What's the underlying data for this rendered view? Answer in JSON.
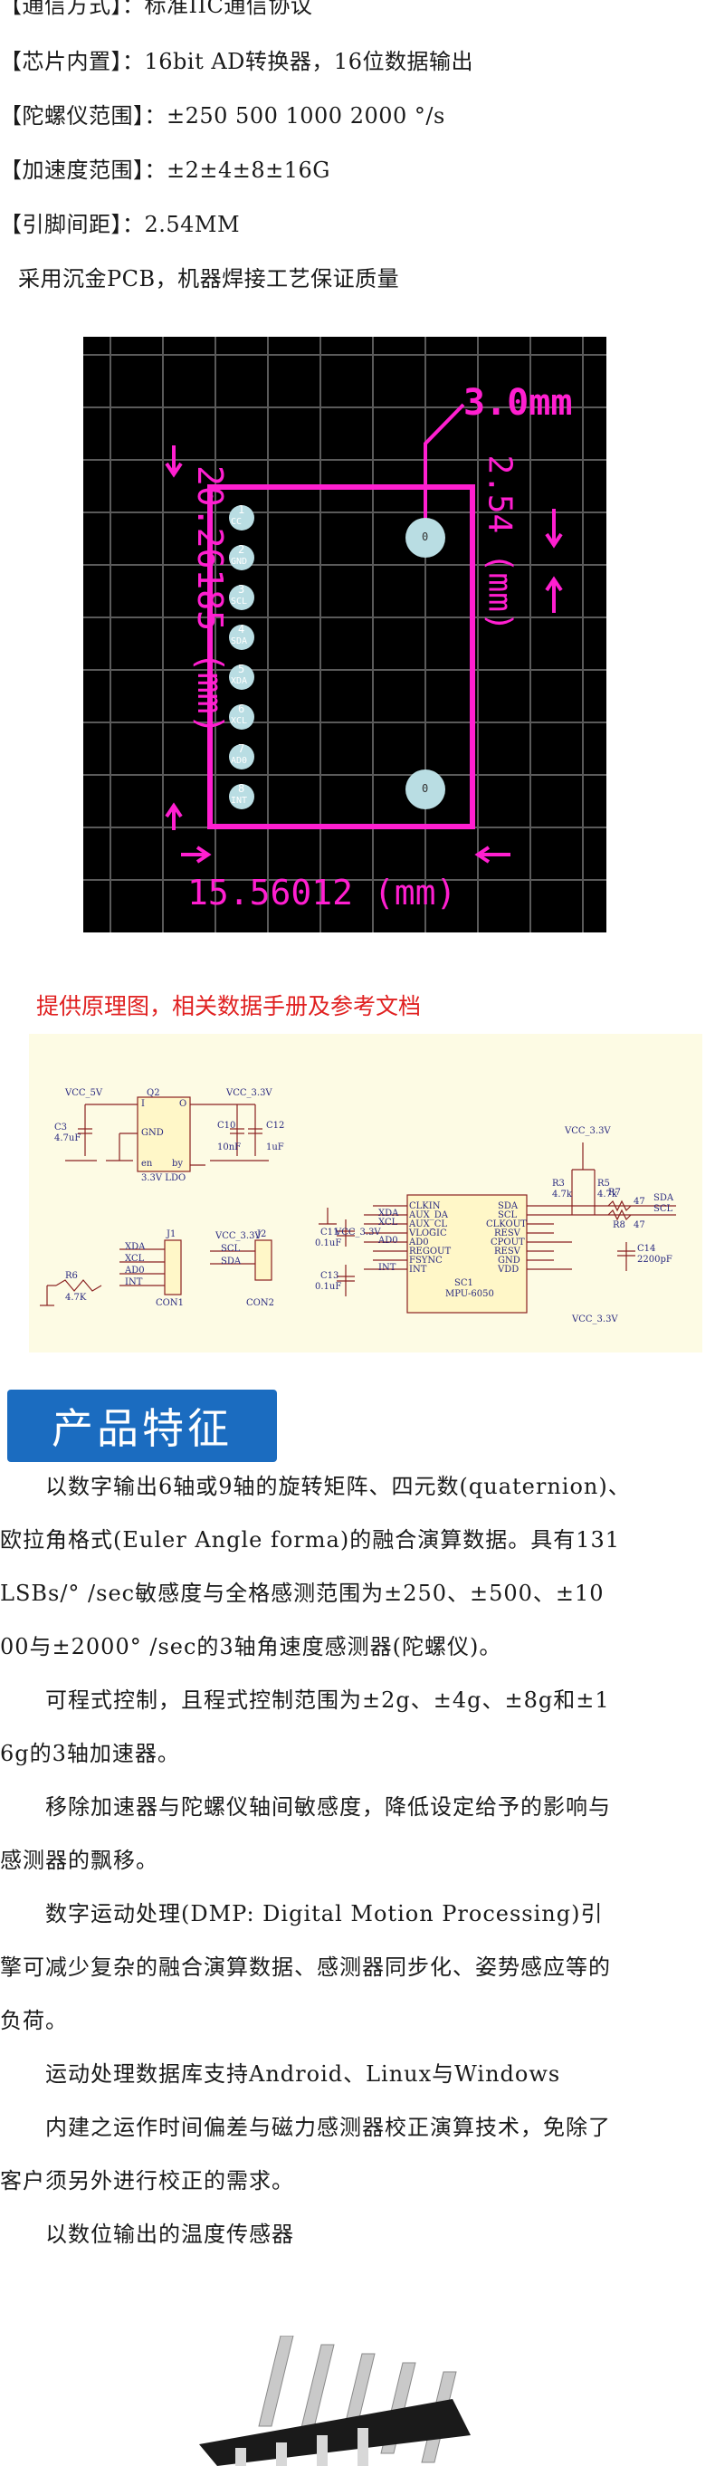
{
  "specs": [
    {
      "label": "【通信方式】",
      "value": "：标准IIC通信协议"
    },
    {
      "label": "【芯片内置】",
      "value": "：16bit AD转换器，16位数据输出"
    },
    {
      "label": "【陀螺仪范围】",
      "value": "：±250 500 1000 2000 °/s"
    },
    {
      "label": "【加速度范围】",
      "value": "：±2±4±8±16G"
    },
    {
      "label": "【引脚间距】",
      "value": "：2.54MM"
    },
    {
      "label": "",
      "value": "采用沉金PCB，机器焊接工艺保证质量"
    }
  ],
  "pcb": {
    "thickness_label": "3.0mm",
    "width_label": "15.56012 (mm)",
    "height_label": "20.26185 (mm)",
    "pitch_label": "2.54 (mm)",
    "hole_label": "0",
    "pins": [
      {
        "num": "1",
        "name": "CC"
      },
      {
        "num": "2",
        "name": "GND"
      },
      {
        "num": "3",
        "name": "SCL"
      },
      {
        "num": "4",
        "name": "SDA"
      },
      {
        "num": "5",
        "name": "XDA"
      },
      {
        "num": "6",
        "name": "XCL"
      },
      {
        "num": "7",
        "name": "AD0"
      },
      {
        "num": "8",
        "name": "INT"
      }
    ],
    "colors": {
      "board": "#000000",
      "grid": "#5a5a5a",
      "outline": "#ff1fd0",
      "pad": "#b9dde3"
    }
  },
  "schematic": {
    "title": "提供原理图，相关数据手册及参考文档",
    "vcc5": "VCC_5V",
    "vcc33": "VCC_3.3V",
    "q2": "Q2",
    "ldo": "3.3V LDO",
    "pins_ldo": [
      "I",
      "O",
      "GND",
      "en",
      "by"
    ],
    "c3": "C3",
    "c3v": "4.7uF",
    "c10": "C10",
    "c10v": "10nF",
    "c12": "C12",
    "c12v": "1uF",
    "c11": "C11",
    "c11v": "0.1uF",
    "c13": "C13",
    "c13v": "0.1uF",
    "c14": "C14",
    "c14v": "2200pF",
    "r3": "R3",
    "r3v": "4.7k",
    "r5": "R5",
    "r5v": "4.7k",
    "r6": "R6",
    "r6v": "4.7K",
    "r7": "R7",
    "r7v": "47",
    "r8": "R8",
    "r8v": "47",
    "ic": "SC1",
    "ic_part": "MPU-6050",
    "ic_left": [
      "CLKIN",
      "AUX_DA",
      "AUX_CL",
      "VLOGIC",
      "AD0",
      "REGOUT",
      "FSYNC",
      "INT"
    ],
    "ic_right": [
      "SDA",
      "SCL",
      "CLKOUT",
      "RESV",
      "CPOUT",
      "RESV",
      "GND",
      "VDD"
    ],
    "nets_left": [
      "XDA",
      "XCL",
      "AD0",
      "INT"
    ],
    "nets_right": [
      "SDA",
      "SCL"
    ],
    "j1": "J1",
    "con1": "CON1",
    "j1_nets": [
      "XDA",
      "XCL",
      "AD0",
      "INT"
    ],
    "j2": "J2",
    "con2": "CON2",
    "j2_nets": [
      "SCL",
      "SDA"
    ]
  },
  "features": {
    "title": "产品特征",
    "lines": [
      "　　以数字输出6轴或9轴的旋转矩阵、四元数(quaternion)、",
      "欧拉角格式(Euler Angle forma)的融合演算数据。具有131",
      "LSBs/° /sec敏感度与全格感测范围为±250、±500、±10",
      "00与±2000° /sec的3轴角速度感测器(陀螺仪)。",
      "　　可程式控制，且程式控制范围为±2g、±4g、±8g和±1",
      "6g的3轴加速器。",
      "　　移除加速器与陀螺仪轴间敏感度，降低设定给予的影响与",
      "感测器的飘移。",
      "　　数字运动处理(DMP: Digital Motion Processing)引",
      "擎可减少复杂的融合演算数据、感测器同步化、姿势感应等的",
      "负荷。",
      "　　运动处理数据库支持Android、Linux与Windows",
      "　　内建之运作时间偏差与磁力感测器校正演算技术，免除了",
      "客户须另外进行校正的需求。",
      "　　以数位输出的温度传感器"
    ]
  }
}
